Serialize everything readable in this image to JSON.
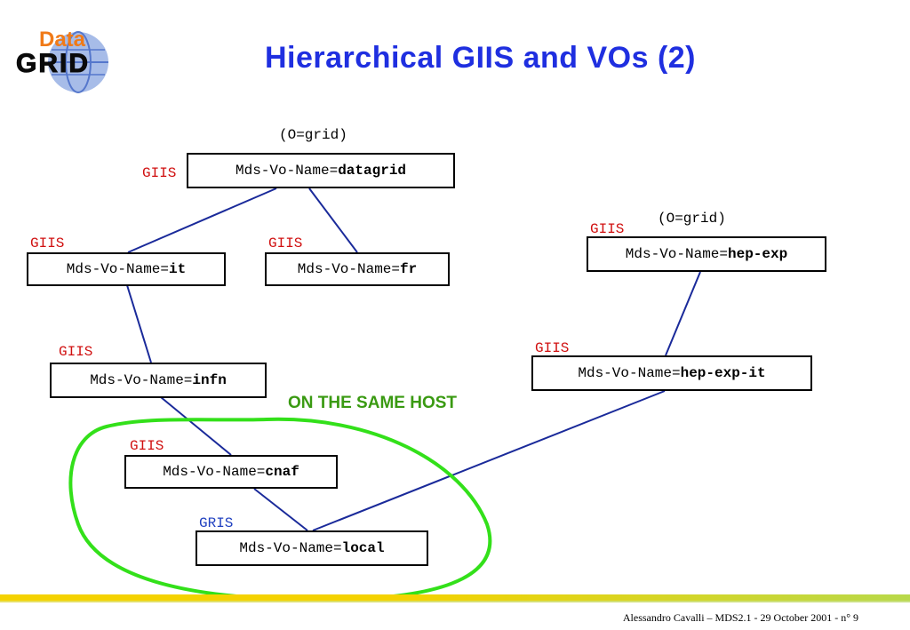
{
  "title": "Hierarchical GIIS and VOs (2)",
  "logo": {
    "word_top": "Data",
    "word_bottom": "GRID"
  },
  "org_labels": {
    "left": "(O=grid)",
    "right": "(O=grid)"
  },
  "node_prefix": "Mds-Vo-Name=",
  "nodes": {
    "datagrid": {
      "type": "GIIS",
      "name": "datagrid"
    },
    "it": {
      "type": "GIIS",
      "name": "it"
    },
    "fr": {
      "type": "GIIS",
      "name": "fr"
    },
    "infn": {
      "type": "GIIS",
      "name": "infn"
    },
    "cnaf": {
      "type": "GIIS",
      "name": "cnaf"
    },
    "local": {
      "type": "GRIS",
      "name": "local"
    },
    "hepexp": {
      "type": "GIIS",
      "name": "hep-exp"
    },
    "hepexpit": {
      "type": "GIIS",
      "name": "hep-exp-it"
    }
  },
  "same_host_note": "ON THE SAME HOST",
  "footer": "Alessandro Cavalli – MDS2.1 - 29 October 2001 - n° 9",
  "colors": {
    "title": "#1f2fe0",
    "giis_tag": "#d01010",
    "gris_tag": "#2040c0",
    "connector": "#1a2a9a",
    "highlight": "#33e01a",
    "note": "#3a9a12"
  }
}
